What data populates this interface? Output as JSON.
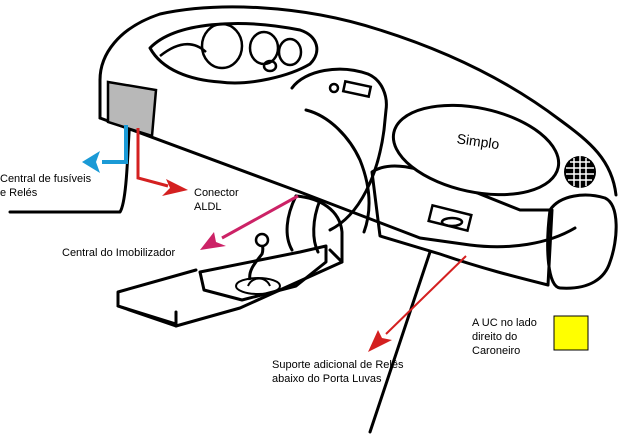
{
  "labels": {
    "fuse_box": [
      "Central de fusíveis",
      "e Relés"
    ],
    "aldl": [
      "Conector",
      "ALDL"
    ],
    "immobilizer": "Central do Imobilizador",
    "relay_support": [
      "Suporte adicional de Relês",
      "abaixo do Porta Luvas"
    ],
    "ecu": [
      "A UC no lado",
      "direito do",
      "Caroneiro"
    ],
    "brand": "Simplo"
  },
  "colors": {
    "fuse_box_arrow": "#1a9ad6",
    "aldl_arrow": "#d42020",
    "immobilizer_arrow": "#cc2266",
    "relay_arrow": "#d42020",
    "ecu_box": "#ffff00",
    "fuse_box_fill": "#b8b8b8"
  }
}
